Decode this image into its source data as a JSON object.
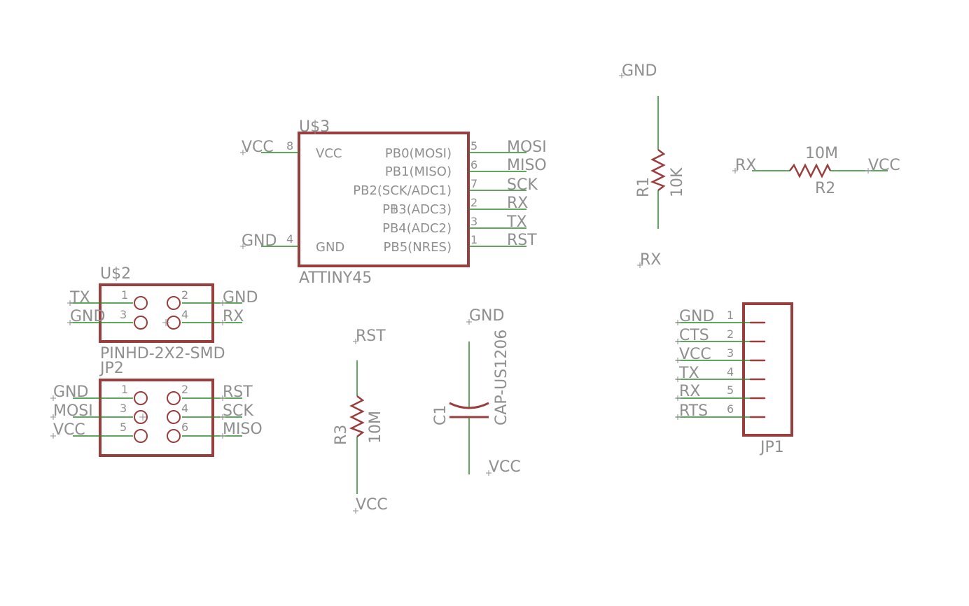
{
  "u3": {
    "name": "U$3",
    "value": "ATTINY45",
    "pins_left": [
      {
        "label": "VCC",
        "num": "8",
        "net": "VCC"
      },
      {
        "label": "GND",
        "num": "4",
        "net": "GND"
      }
    ],
    "pins_right": [
      {
        "label": "PB0(MOSI)",
        "num": "5",
        "net": "MOSI"
      },
      {
        "label": "PB1(MISO)",
        "num": "6",
        "net": "MISO"
      },
      {
        "label": "PB2(SCK/ADC1)",
        "num": "7",
        "net": "SCK"
      },
      {
        "label": "PB3(ADC3)",
        "num": "2",
        "net": "RX"
      },
      {
        "label": "PB4(ADC2)",
        "num": "3",
        "net": "TX"
      },
      {
        "label": "PB5(NRES)",
        "num": "1",
        "net": "RST"
      }
    ]
  },
  "r1": {
    "name": "R1",
    "value": "10K",
    "net_top": "GND",
    "net_bottom": "RX"
  },
  "r2": {
    "name": "R2",
    "value": "10M",
    "net_left": "RX",
    "net_right": "VCC"
  },
  "r3": {
    "name": "R3",
    "value": "10M",
    "net_top": "RST",
    "net_bottom": "VCC"
  },
  "c1": {
    "name": "C1",
    "value": "CAP-US1206",
    "net_top": "GND",
    "net_bottom": "VCC"
  },
  "u2": {
    "name": "U$2",
    "value": "PINHD-2X2-SMD",
    "rows": [
      {
        "left_net": "TX",
        "left_num": "1",
        "right_num": "2",
        "right_net": "GND"
      },
      {
        "left_net": "GND",
        "left_num": "3",
        "right_num": "4",
        "right_net": "RX"
      }
    ]
  },
  "jp2": {
    "name": "JP2",
    "rows": [
      {
        "left_net": "GND",
        "left_num": "1",
        "right_num": "2",
        "right_net": "RST"
      },
      {
        "left_net": "MOSI",
        "left_num": "3",
        "right_num": "4",
        "right_net": "SCK"
      },
      {
        "left_net": "VCC",
        "left_num": "5",
        "right_num": "6",
        "right_net": "MISO"
      }
    ]
  },
  "jp1": {
    "name": "JP1",
    "pins": [
      {
        "net": "GND",
        "num": "1"
      },
      {
        "net": "CTS",
        "num": "2"
      },
      {
        "net": "VCC",
        "num": "3"
      },
      {
        "net": "TX",
        "num": "4"
      },
      {
        "net": "RX",
        "num": "5"
      },
      {
        "net": "RTS",
        "num": "6"
      }
    ]
  },
  "colors": {
    "body": "#9a3d3d",
    "wire": "#2a8a2a",
    "text": "#8f8f8f",
    "background": "#ffffff"
  }
}
